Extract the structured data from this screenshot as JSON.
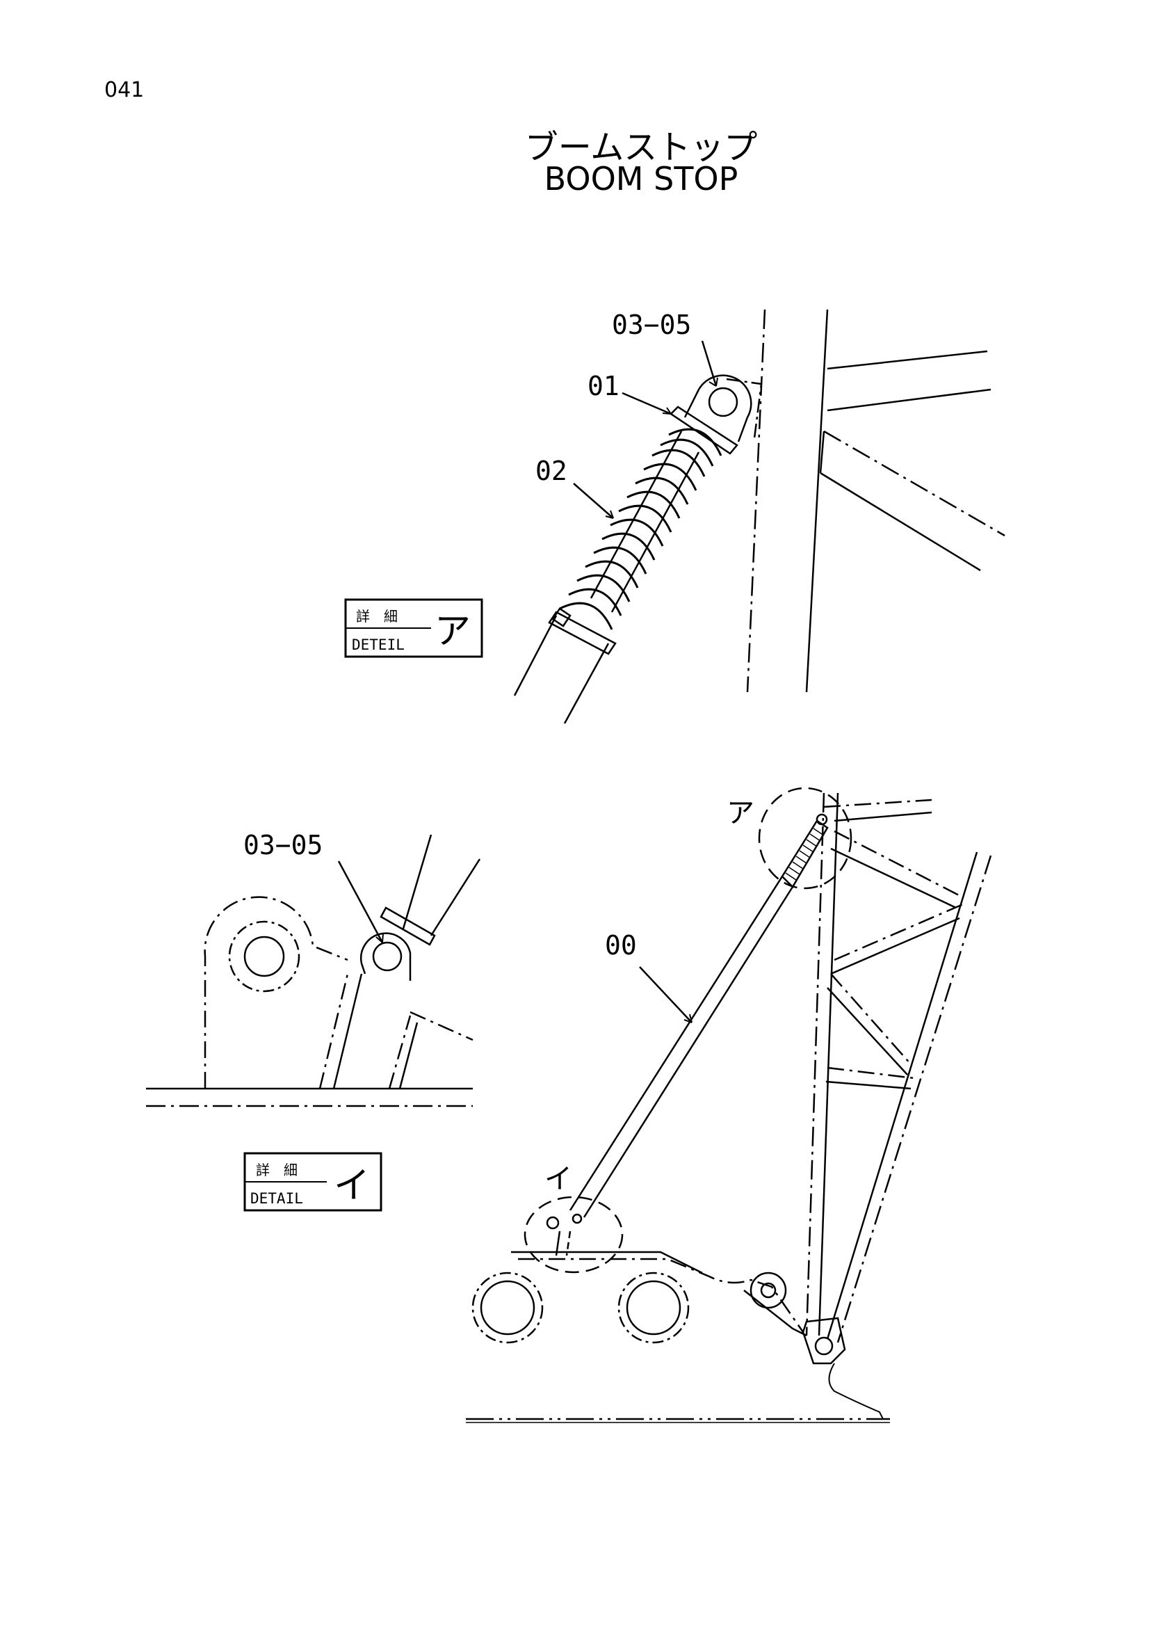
{
  "page_number": "041",
  "title": {
    "japanese": "ブームストップ",
    "english": "BOOM STOP"
  },
  "labels": {
    "detail_a_pin": "03−05",
    "detail_a_part01": "01",
    "detail_a_part02": "02",
    "detail_b_pin": "03−05",
    "main_part00": "00",
    "callout_a": "ア",
    "callout_b": "イ"
  },
  "detail_boxes": {
    "a": {
      "jp": "詳　細",
      "en": "DETEIL",
      "mark": "ア"
    },
    "b": {
      "jp": "詳　細",
      "en": "DETAIL",
      "mark": "イ"
    }
  }
}
